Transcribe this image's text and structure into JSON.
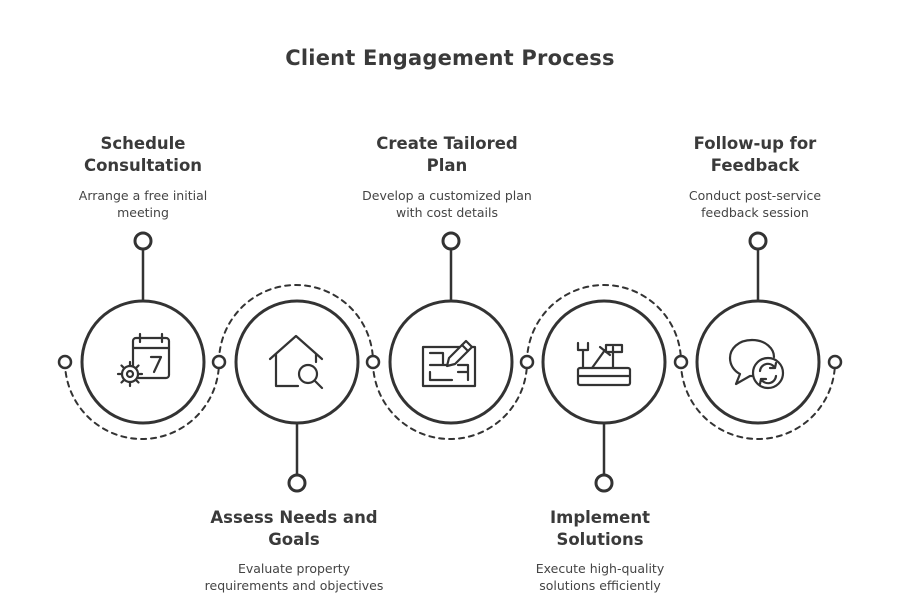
{
  "title": "Client Engagement Process",
  "steps": [
    {
      "title_line1": "Schedule",
      "title_line2": "Consultation",
      "desc_line1": "Arrange a free initial",
      "desc_line2": "meeting",
      "icon": "calendar-gear-icon"
    },
    {
      "title_line1": "Assess Needs and",
      "title_line2": "Goals",
      "desc_line1": "Evaluate property",
      "desc_line2": "requirements and objectives",
      "icon": "house-magnifier-icon"
    },
    {
      "title_line1": "Create Tailored",
      "title_line2": "Plan",
      "desc_line1": "Develop a customized plan",
      "desc_line2": "with cost details",
      "icon": "blueprint-pencil-icon"
    },
    {
      "title_line1": "Implement",
      "title_line2": "Solutions",
      "desc_line1": "Execute high-quality",
      "desc_line2": "solutions efficiently",
      "icon": "toolbox-icon"
    },
    {
      "title_line1": "Follow-up for",
      "title_line2": "Feedback",
      "desc_line1": "Conduct post-service",
      "desc_line2": "feedback session",
      "icon": "chat-refresh-icon"
    }
  ],
  "colors": {
    "stroke": "#333333",
    "text": "#3a3a3a",
    "background": "#ffffff"
  }
}
